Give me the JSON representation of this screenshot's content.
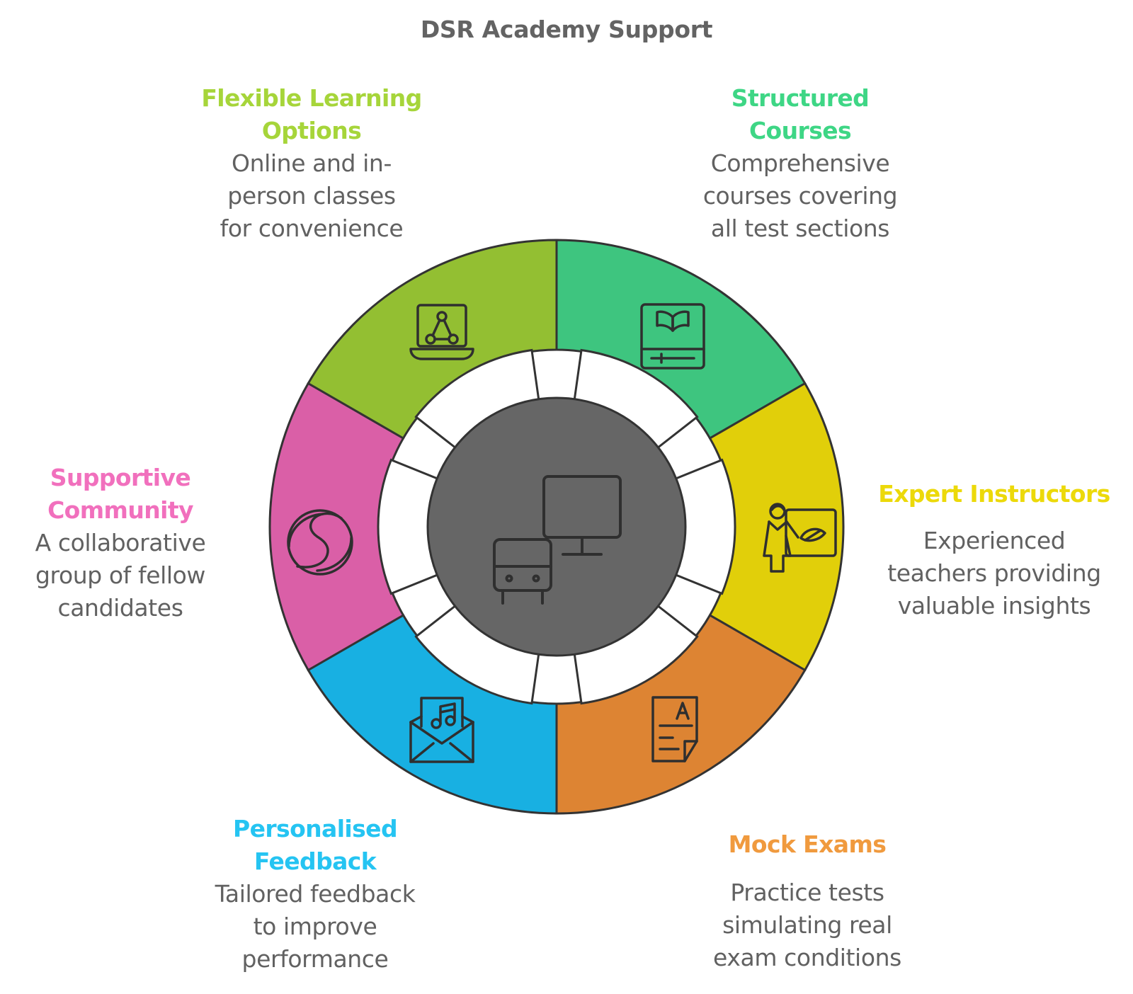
{
  "title": "DSR Academy Support",
  "colors": {
    "center": "#666666",
    "outline": "#333333",
    "label_text": "#616161"
  },
  "segments": [
    {
      "key": "structured",
      "heading": "Structured\nCourses",
      "description": "Comprehensive\ncourses covering\nall test sections",
      "color": "#3ec57f",
      "heading_color": "#3ed685",
      "icon": "book-video-icon"
    },
    {
      "key": "expert",
      "heading": "Expert Instructors",
      "description": "Experienced\nteachers providing\nvaluable insights",
      "color": "#e1cf0a",
      "heading_color": "#ecd90a",
      "icon": "teacher-board-icon"
    },
    {
      "key": "mock",
      "heading": "Mock Exams",
      "description": "Practice tests\nsimulating real\nexam conditions",
      "color": "#dd8433",
      "heading_color": "#f09a3e",
      "icon": "graded-paper-icon"
    },
    {
      "key": "feedback",
      "heading": "Personalised\nFeedback",
      "description": "Tailored feedback\nto improve\nperformance",
      "color": "#18b0e2",
      "heading_color": "#25c4f2",
      "icon": "music-envelope-icon"
    },
    {
      "key": "community",
      "heading": "Supportive\nCommunity",
      "description": "A collaborative\ngroup of fellow\ncandidates",
      "color": "#da5fa7",
      "heading_color": "#f170bd",
      "icon": "community-s-icon"
    },
    {
      "key": "flexible",
      "heading": "Flexible Learning\nOptions",
      "description": "Online and in-\nperson classes\nfor convenience",
      "color": "#93bf32",
      "heading_color": "#a6d53a",
      "icon": "laptop-network-icon"
    }
  ],
  "center_icon": "online-inperson-icon"
}
